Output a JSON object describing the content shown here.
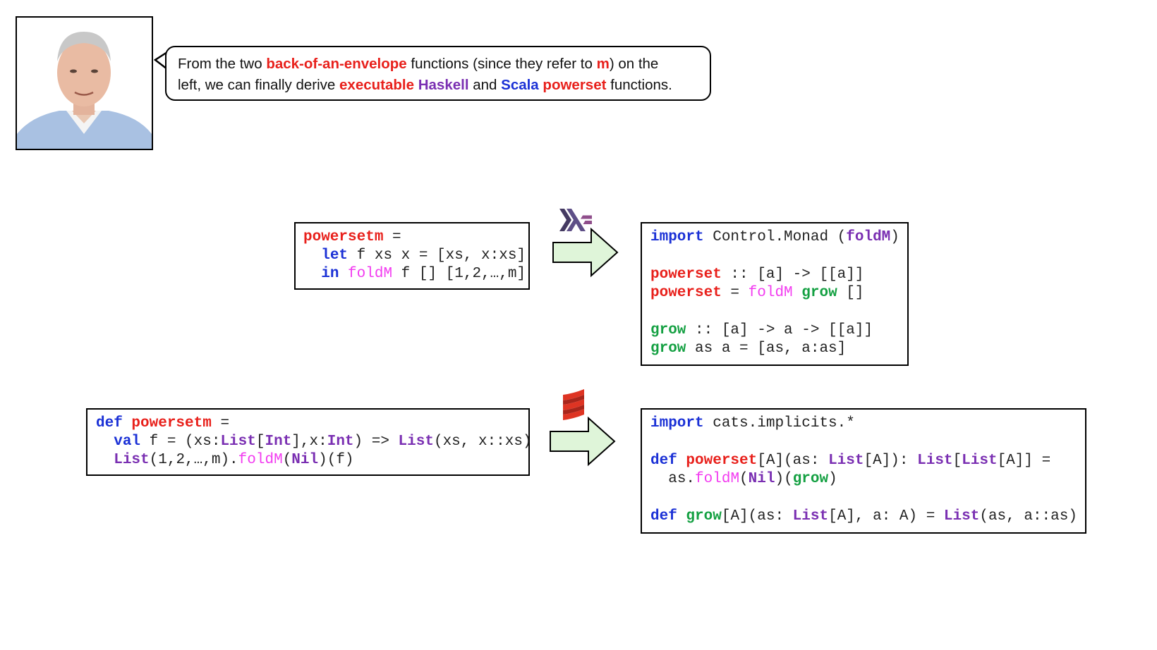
{
  "speech": {
    "t1": "From the two ",
    "t2": "back-of-an-envelope",
    "t3": " functions (since they refer to ",
    "t4": "m",
    "t5": ") on the",
    "t6": "left, we can finally derive ",
    "t7": "executable",
    "t8": " ",
    "t9": "Haskell",
    "t10": " and ",
    "t11": "Scala",
    "t12": " ",
    "t13": "powerset",
    "t14": " functions."
  },
  "haskell_sketch": {
    "l1": {
      "name": "powersetm",
      "rest": " ="
    },
    "l2": {
      "indent": "  ",
      "kw": "let",
      "rest": " f xs x = [xs, x:xs]"
    },
    "l3": {
      "indent": "  ",
      "kw": "in",
      "sp": " ",
      "fold": "foldM",
      "rest": " f [] [1,2,…,m]"
    }
  },
  "haskell_exec": {
    "l1": {
      "kw": "import",
      "mid": " Control.Monad (",
      "fold": "foldM",
      "end": ")"
    },
    "l3": {
      "name": "powerset",
      "rest": " :: [a] -> [[a]]"
    },
    "l4": {
      "name": "powerset",
      "eq": " = ",
      "fold": "foldM",
      "sp": " ",
      "grow": "grow",
      "rest": " []"
    },
    "l6": {
      "grow": "grow",
      "rest": " :: [a] -> a -> [[a]]"
    },
    "l7": {
      "grow": "grow",
      "rest": " as a = [as, a:as]"
    }
  },
  "scala_sketch": {
    "l1": {
      "kw": "def",
      "sp": " ",
      "name": "powersetm",
      "rest": " ="
    },
    "l2": {
      "indent": "  ",
      "kw": "val",
      "a": " f = (xs:",
      "list1": "List",
      "b": "[",
      "int1": "Int",
      "c": "],x:",
      "int2": "Int",
      "d": ") => ",
      "list2": "List",
      "e": "(xs, x::xs)"
    },
    "l3": {
      "indent": "  ",
      "list": "List",
      "a": "(1,2,…,m).",
      "fold": "foldM",
      "b": "(",
      "nil": "Nil",
      "c": ")(f)"
    }
  },
  "scala_exec": {
    "l1": {
      "kw": "import",
      "rest": " cats.implicits.*"
    },
    "l3": {
      "kw": "def",
      "sp": " ",
      "name": "powerset",
      "a": "[A](as: ",
      "list1": "List",
      "b": "[A]): ",
      "list2": "List",
      "c": "[",
      "list3": "List",
      "d": "[A]] ="
    },
    "l4": {
      "indent": "  ",
      "a": "as.",
      "fold": "foldM",
      "b": "(",
      "nil": "Nil",
      "c": ")(",
      "grow": "grow",
      "d": ")"
    },
    "l6": {
      "kw": "def",
      "sp": " ",
      "grow": "grow",
      "a": "[A](as: ",
      "list1": "List",
      "b": "[A], a: A) = ",
      "list2": "List",
      "c": "(as, a::as)"
    }
  },
  "colors": {
    "keyword": "#1b31d6",
    "function_name": "#e8201b",
    "foldM": "#f23cf0",
    "type": "#7a2fb2",
    "grow": "#14a042",
    "arrow_fill": "#dff5d9",
    "haskell_logo": "#5e4f87",
    "scala_logo": "#de3423"
  },
  "icons": [
    "avatar-photo",
    "haskell-logo",
    "scala-logo",
    "arrow-right-icon"
  ]
}
